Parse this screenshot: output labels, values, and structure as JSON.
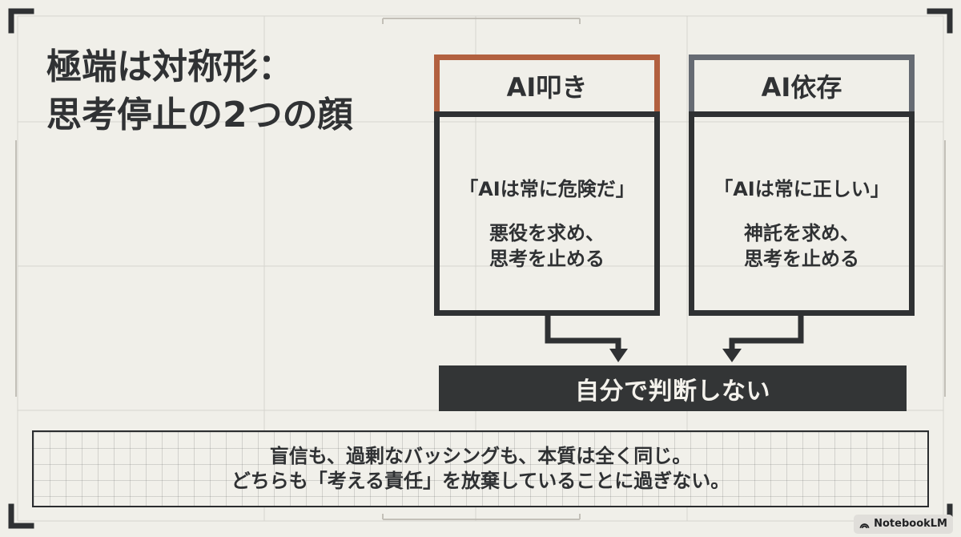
{
  "title_lines": [
    "極端は対称形：",
    "思考停止の2つの顔"
  ],
  "cards": [
    {
      "heading": "AI叩き",
      "quote": "「AIは常に危険だ」",
      "desc": "悪役を求め、\n思考を止める",
      "accent_color": "#b2603f"
    },
    {
      "heading": "AI依存",
      "quote": "「AIは常に正しい」",
      "desc": "神託を求め、\n思考を止める",
      "accent_color": "#666b73"
    }
  ],
  "result": "自分で判断しない",
  "bottom": [
    "盲信も、過剰なバッシングも、本質は全く同じ。",
    "どちらも「考える責任」を放棄していることに過ぎない。"
  ],
  "brand": "NotebookLM",
  "icon_names": {
    "brand": "notebooklm-logo-icon",
    "down_arrows": "arrow-down-icon"
  },
  "colors": {
    "background": "#f0efe9",
    "text": "#303234",
    "dark": "#2f3133",
    "result_bar": "#333536"
  }
}
